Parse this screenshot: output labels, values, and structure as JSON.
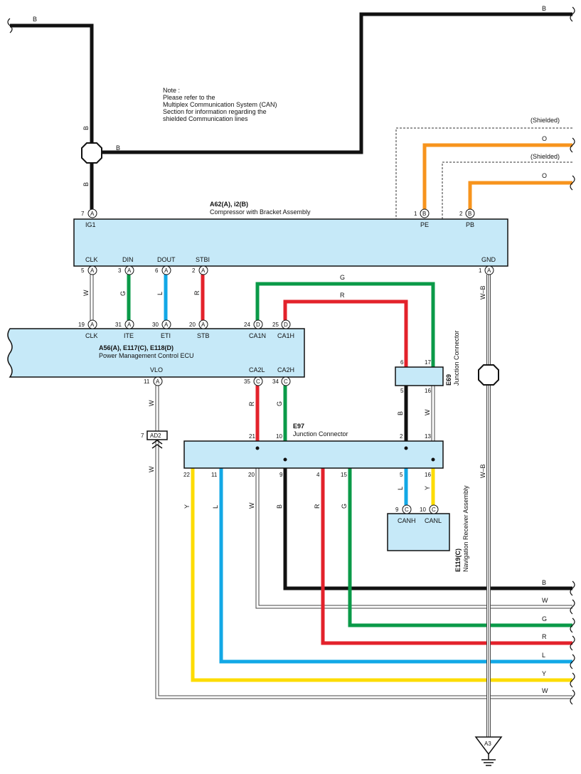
{
  "colors": {
    "B": "#111111",
    "W": "#ffffff",
    "G": "#0a9a48",
    "R": "#e3222b",
    "L": "#12a8e6",
    "Y": "#fddc00",
    "O": "#f7941d",
    "WB": "#ffffff",
    "component_fill": "#c6e9f8"
  },
  "note": {
    "lines": [
      "Note :",
      "Please refer to the",
      "Multiplex Communication System (CAN)",
      "Section for information regarding the",
      "shielded Communication lines"
    ]
  },
  "compressor": {
    "code": "A62(A), i2(B)",
    "name": "Compressor with Bracket Assembly",
    "pins": {
      "ig1": {
        "num": "7",
        "conn": "A",
        "label": "IG1"
      },
      "pe": {
        "num": "1",
        "conn": "B",
        "label": "PE"
      },
      "pb": {
        "num": "2",
        "conn": "B",
        "label": "PB"
      },
      "clk": {
        "num": "5",
        "conn": "A",
        "label": "CLK"
      },
      "din": {
        "num": "3",
        "conn": "A",
        "label": "DIN"
      },
      "dout": {
        "num": "6",
        "conn": "A",
        "label": "DOUT"
      },
      "stbi": {
        "num": "2",
        "conn": "A",
        "label": "STBI"
      },
      "gnd": {
        "num": "1",
        "conn": "A",
        "label": "GND"
      }
    }
  },
  "ecu": {
    "code": "A56(A), E117(C), E118(D)",
    "name": "Power Management Control ECU",
    "pins": {
      "clk": {
        "num": "19",
        "conn": "A",
        "label": "CLK"
      },
      "ite": {
        "num": "31",
        "conn": "A",
        "label": "ITE"
      },
      "eti": {
        "num": "30",
        "conn": "A",
        "label": "ETI"
      },
      "stb": {
        "num": "20",
        "conn": "A",
        "label": "STB"
      },
      "ca1n": {
        "num": "24",
        "conn": "D",
        "label": "CA1N"
      },
      "ca1h": {
        "num": "25",
        "conn": "D",
        "label": "CA1H"
      },
      "vlo": {
        "num": "11",
        "conn": "A",
        "label": "VLO"
      },
      "ca2l": {
        "num": "35",
        "conn": "C",
        "label": "CA2L"
      },
      "ca2h": {
        "num": "34",
        "conn": "C",
        "label": "CA2H"
      }
    }
  },
  "e69": {
    "code": "E69",
    "name": "Junction Connector",
    "pins": {
      "p6": "6",
      "p17": "17",
      "p5": "5",
      "p16": "16"
    }
  },
  "e97": {
    "code": "E97",
    "name": "Junction Connector",
    "top_pins": {
      "p21": "21",
      "p10": "10",
      "p2": "2",
      "p13": "13"
    },
    "bottom_pins": {
      "p22": "22",
      "p11": "11",
      "p20": "20",
      "p9": "9",
      "p4": "4",
      "p15": "15",
      "p5": "5",
      "p16": "16"
    }
  },
  "nav": {
    "code": "E119(C)",
    "name": "Navigation Receiver Assembly",
    "pins": {
      "canh": {
        "num": "9",
        "conn": "C",
        "label": "CANH"
      },
      "canl": {
        "num": "10",
        "conn": "C",
        "label": "CANL"
      }
    }
  },
  "ad2": {
    "label": "AD2",
    "num": "7"
  },
  "ground": {
    "label": "A3"
  },
  "wire_labels": {
    "top_left": "B",
    "top_right": "B",
    "splice_left_vert_up": "B",
    "splice_left_vert_down": "B",
    "splice_left_horiz": "B",
    "shielded_1": "(Shielded)",
    "o_1": "O",
    "shielded_2": "(Shielded)",
    "o_2": "O",
    "clk_w": "W",
    "din_g": "G",
    "dout_l": "L",
    "stbi_r": "R",
    "gnd_wb": "W–B",
    "gnd_wb_2": "W–B",
    "can_g": "G",
    "can_r": "R",
    "vlo_w": "W",
    "vlo_w2": "W",
    "ca2l_r": "R",
    "ca2h_g": "G",
    "e69_b": "B",
    "e69_w": "W",
    "out_y": "Y",
    "out_l": "L",
    "out_w": "W",
    "out_b": "B",
    "out_r": "R",
    "out_g": "G",
    "nav_l": "L",
    "nav_y": "Y",
    "right_b": "B",
    "right_w": "W",
    "right_g": "G",
    "right_r": "R",
    "right_l": "L",
    "right_y": "Y",
    "right_w2": "W"
  }
}
